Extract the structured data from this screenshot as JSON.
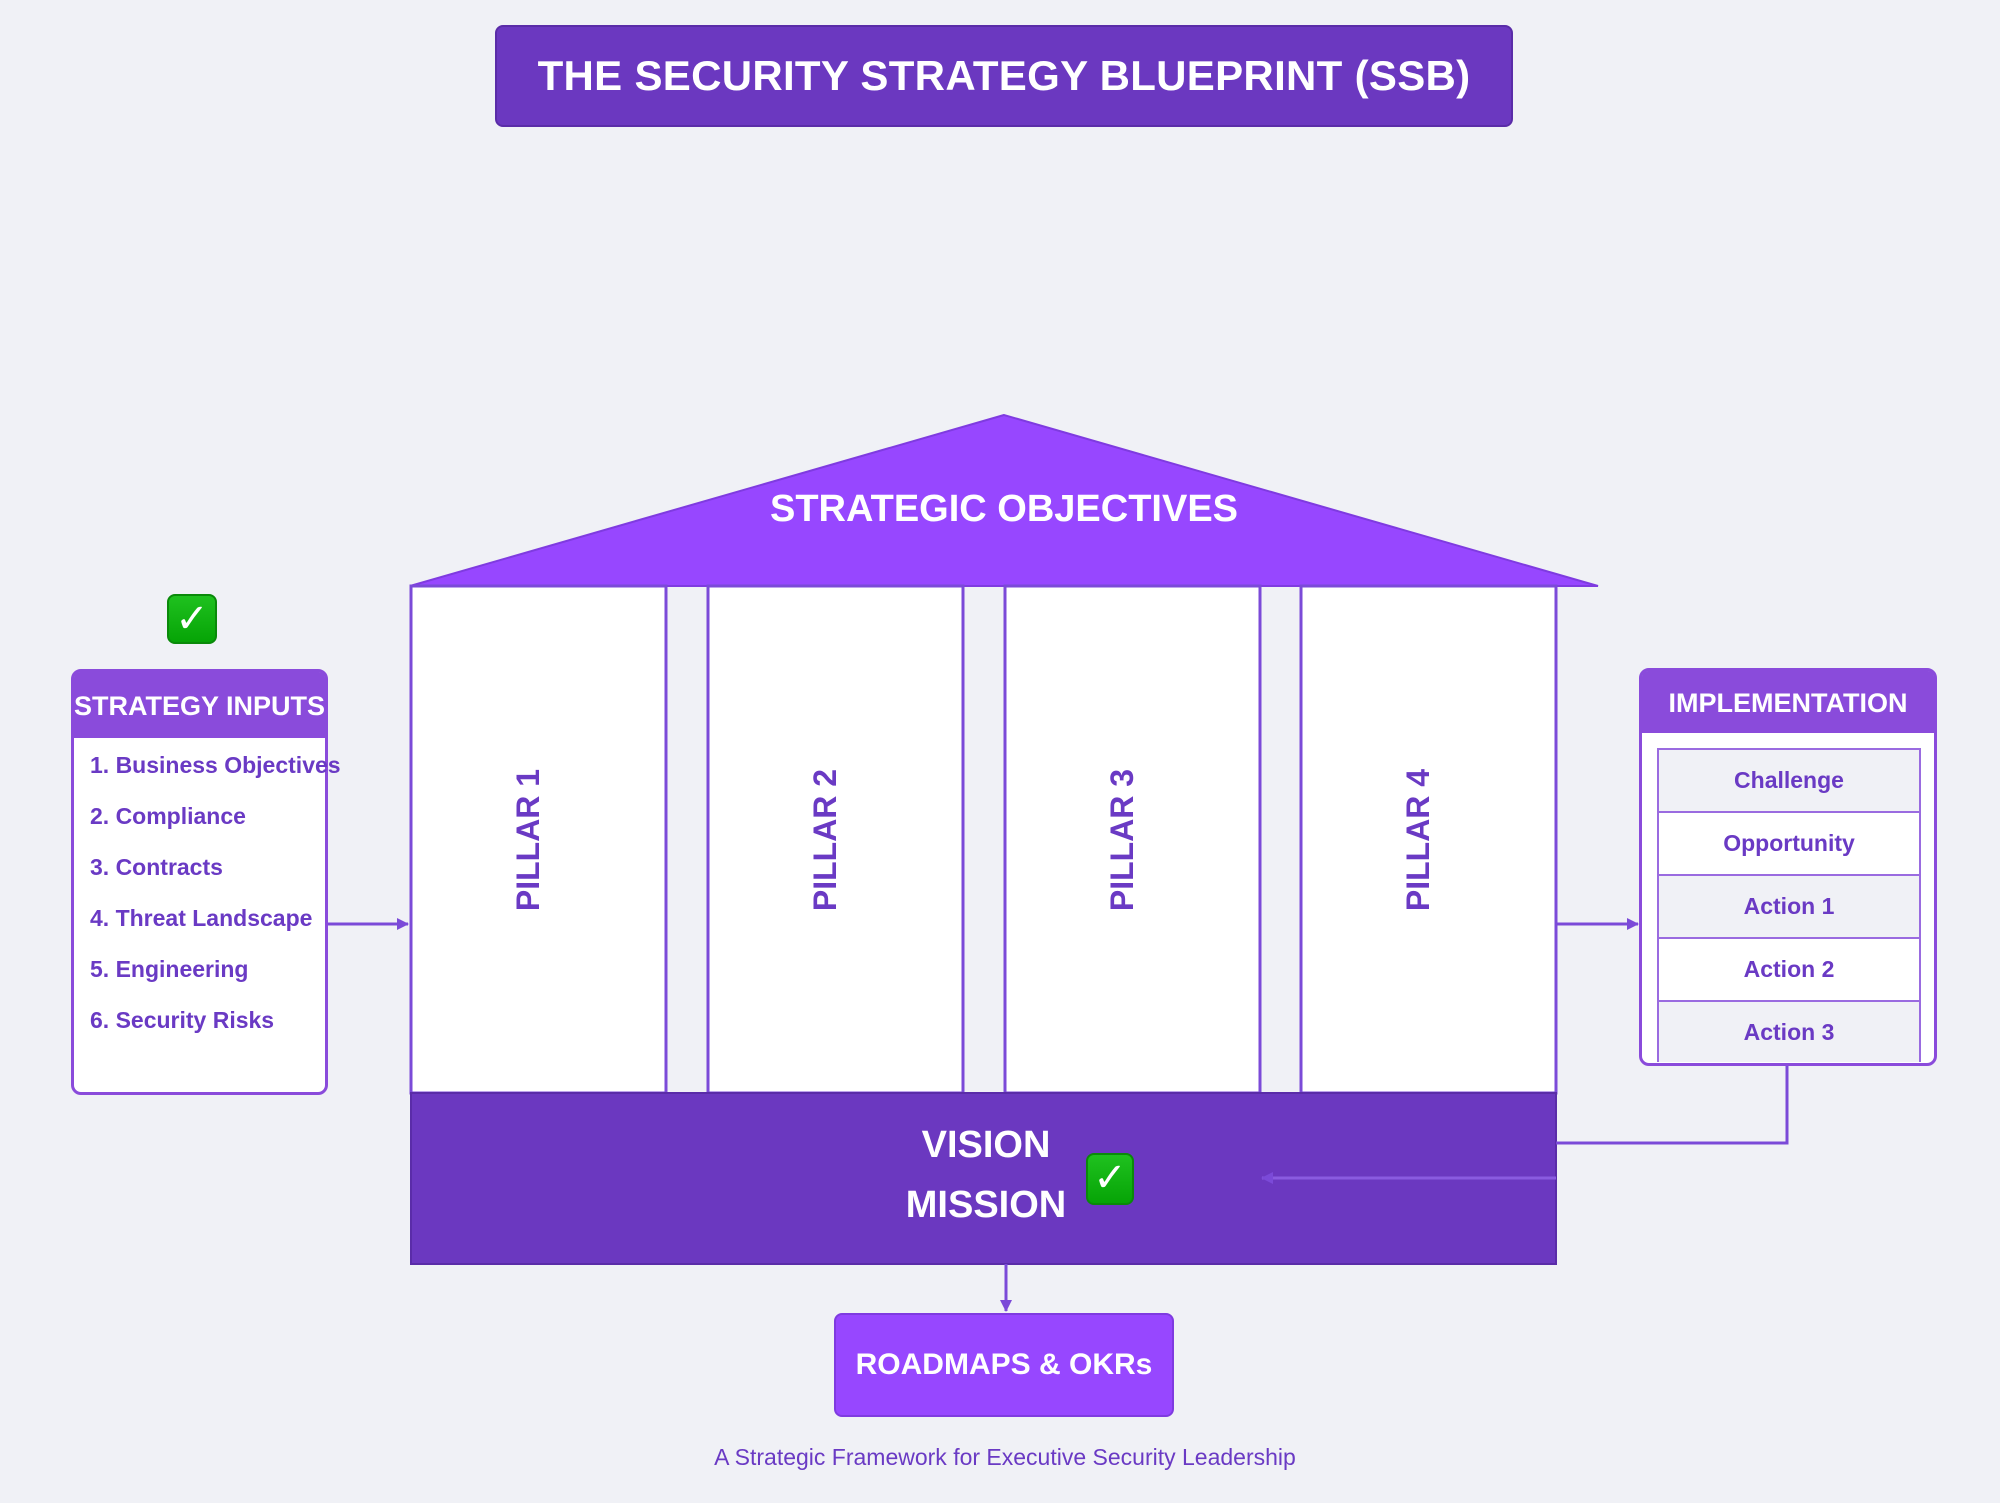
{
  "title": "THE SECURITY STRATEGY BLUEPRINT (SSB)",
  "roof": {
    "label": "STRATEGIC OBJECTIVES"
  },
  "pillars": [
    {
      "label": "PILLAR 1"
    },
    {
      "label": "PILLAR 2"
    },
    {
      "label": "PILLAR 3"
    },
    {
      "label": "PILLAR 4"
    }
  ],
  "foundation": {
    "line1": "VISION",
    "line2": "MISSION",
    "icon": "check-mark-icon"
  },
  "strategy_inputs": {
    "header": "STRATEGY INPUTS",
    "icon": "check-mark-icon",
    "items": [
      "1. Business Objectives",
      "2. Compliance",
      "3. Contracts",
      "4. Threat Landscape",
      "5. Engineering",
      "6. Security Risks"
    ]
  },
  "implementation": {
    "header": "IMPLEMENTATION",
    "rows": [
      "Challenge",
      "Opportunity",
      "Action 1",
      "Action 2",
      "Action 3"
    ]
  },
  "output": {
    "label": "ROADMAPS & OKRs"
  },
  "subtitle": "A Strategic Framework for Executive Security Leadership",
  "colors": {
    "background": "#f0f1f6",
    "title_fill": "#6b38c0",
    "roof_fill": "#9747ff",
    "header_fill": "#8a4bdb",
    "text_purple": "#6a3ac4",
    "check_green": "#06a406"
  }
}
